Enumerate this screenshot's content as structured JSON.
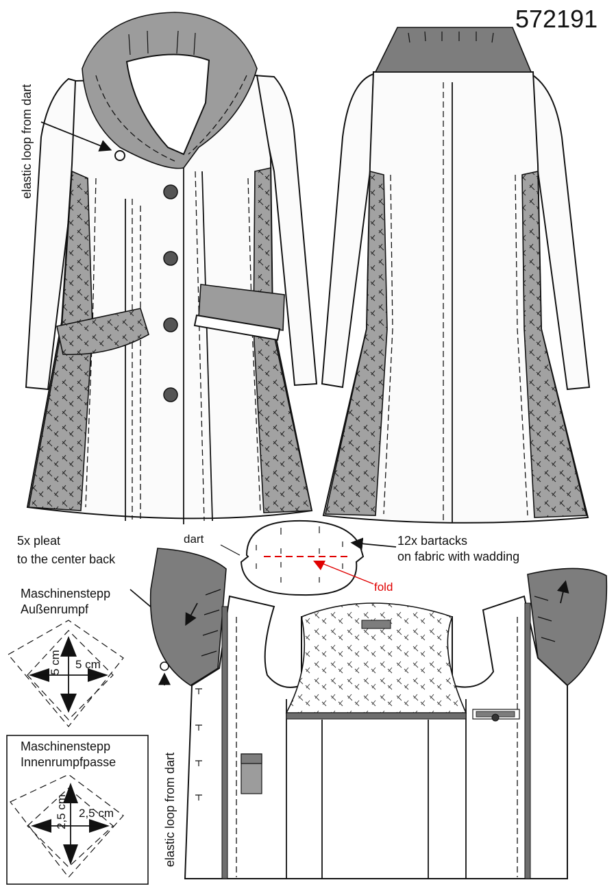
{
  "article_number": "572191",
  "labels": {
    "elastic_loop_front": "elastic loop from dart",
    "elastic_loop_inside": "elastic loop from dart",
    "pleat_line1": "5x pleat",
    "pleat_line2": "to the center back",
    "dart": "dart",
    "bartacks_line1": "12x bartacks",
    "bartacks_line2": "on fabric with wadding",
    "fold": "fold"
  },
  "quilting_outer": {
    "title_line1": "Maschinenstepp",
    "title_line2": "Außenrumpf",
    "dim_vertical": "5 cm",
    "dim_horizontal": "5 cm"
  },
  "quilting_inner": {
    "title_line1": "Maschinenstepp",
    "title_line2": "Innenrumpfpasse",
    "dim_vertical": "2,5 cm",
    "dim_horizontal": "2,5 cm"
  },
  "colors": {
    "collar_gray": "#9c9c9c",
    "dark_gray": "#7d7d7d",
    "fold_red": "#e00000",
    "outline": "#111111"
  }
}
